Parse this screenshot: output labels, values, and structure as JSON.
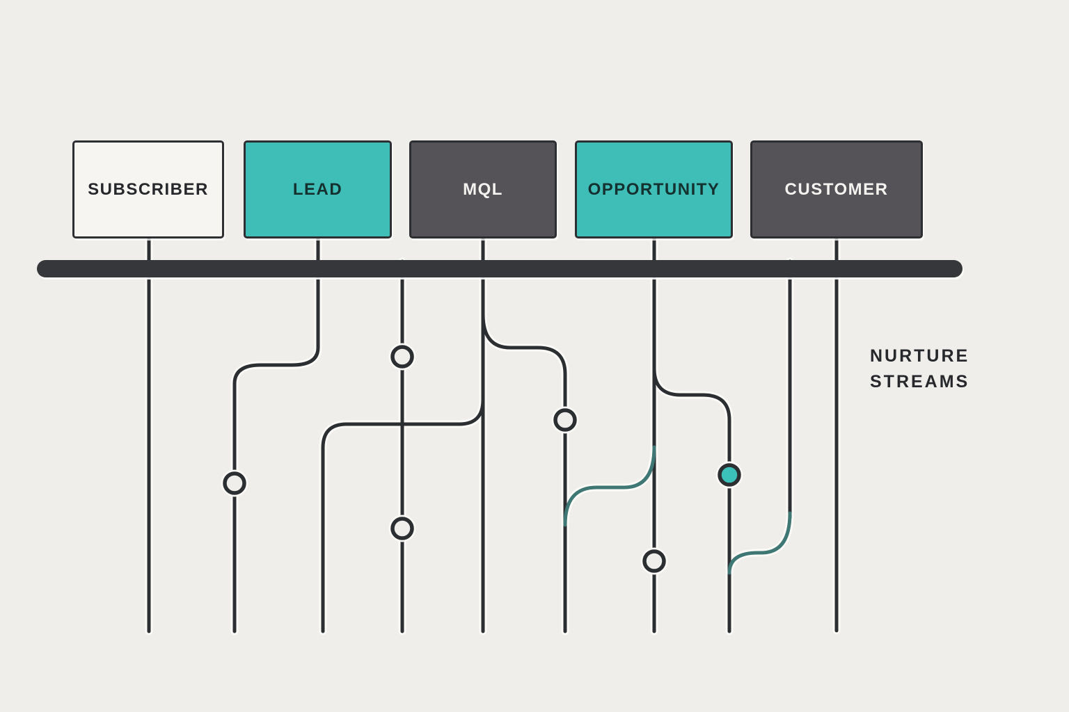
{
  "stages": [
    {
      "label": "SUBSCRIBER",
      "variant": "light"
    },
    {
      "label": "LEAD",
      "variant": "teal"
    },
    {
      "label": "MQL",
      "variant": "dark"
    },
    {
      "label": "OPPORTUNITY",
      "variant": "teal"
    },
    {
      "label": "CUSTOMER",
      "variant": "dark"
    }
  ],
  "annotation": {
    "line1": "NURTURE",
    "line2": "STREAMS"
  },
  "colors": {
    "background": "#efeeeb",
    "stage_teal": "#3fbeb7",
    "stage_dark": "#555258",
    "stage_light": "#f6f5f2",
    "timeline_bar": "#35373a",
    "stream_line": "#2c2f32",
    "stream_line_teal": "#3e7773",
    "node_fill_teal": "#3cc0ba"
  },
  "diagram": {
    "stream_count_at_bottom": 9,
    "open_junction_nodes": 5,
    "filled_junction_nodes": 1
  }
}
